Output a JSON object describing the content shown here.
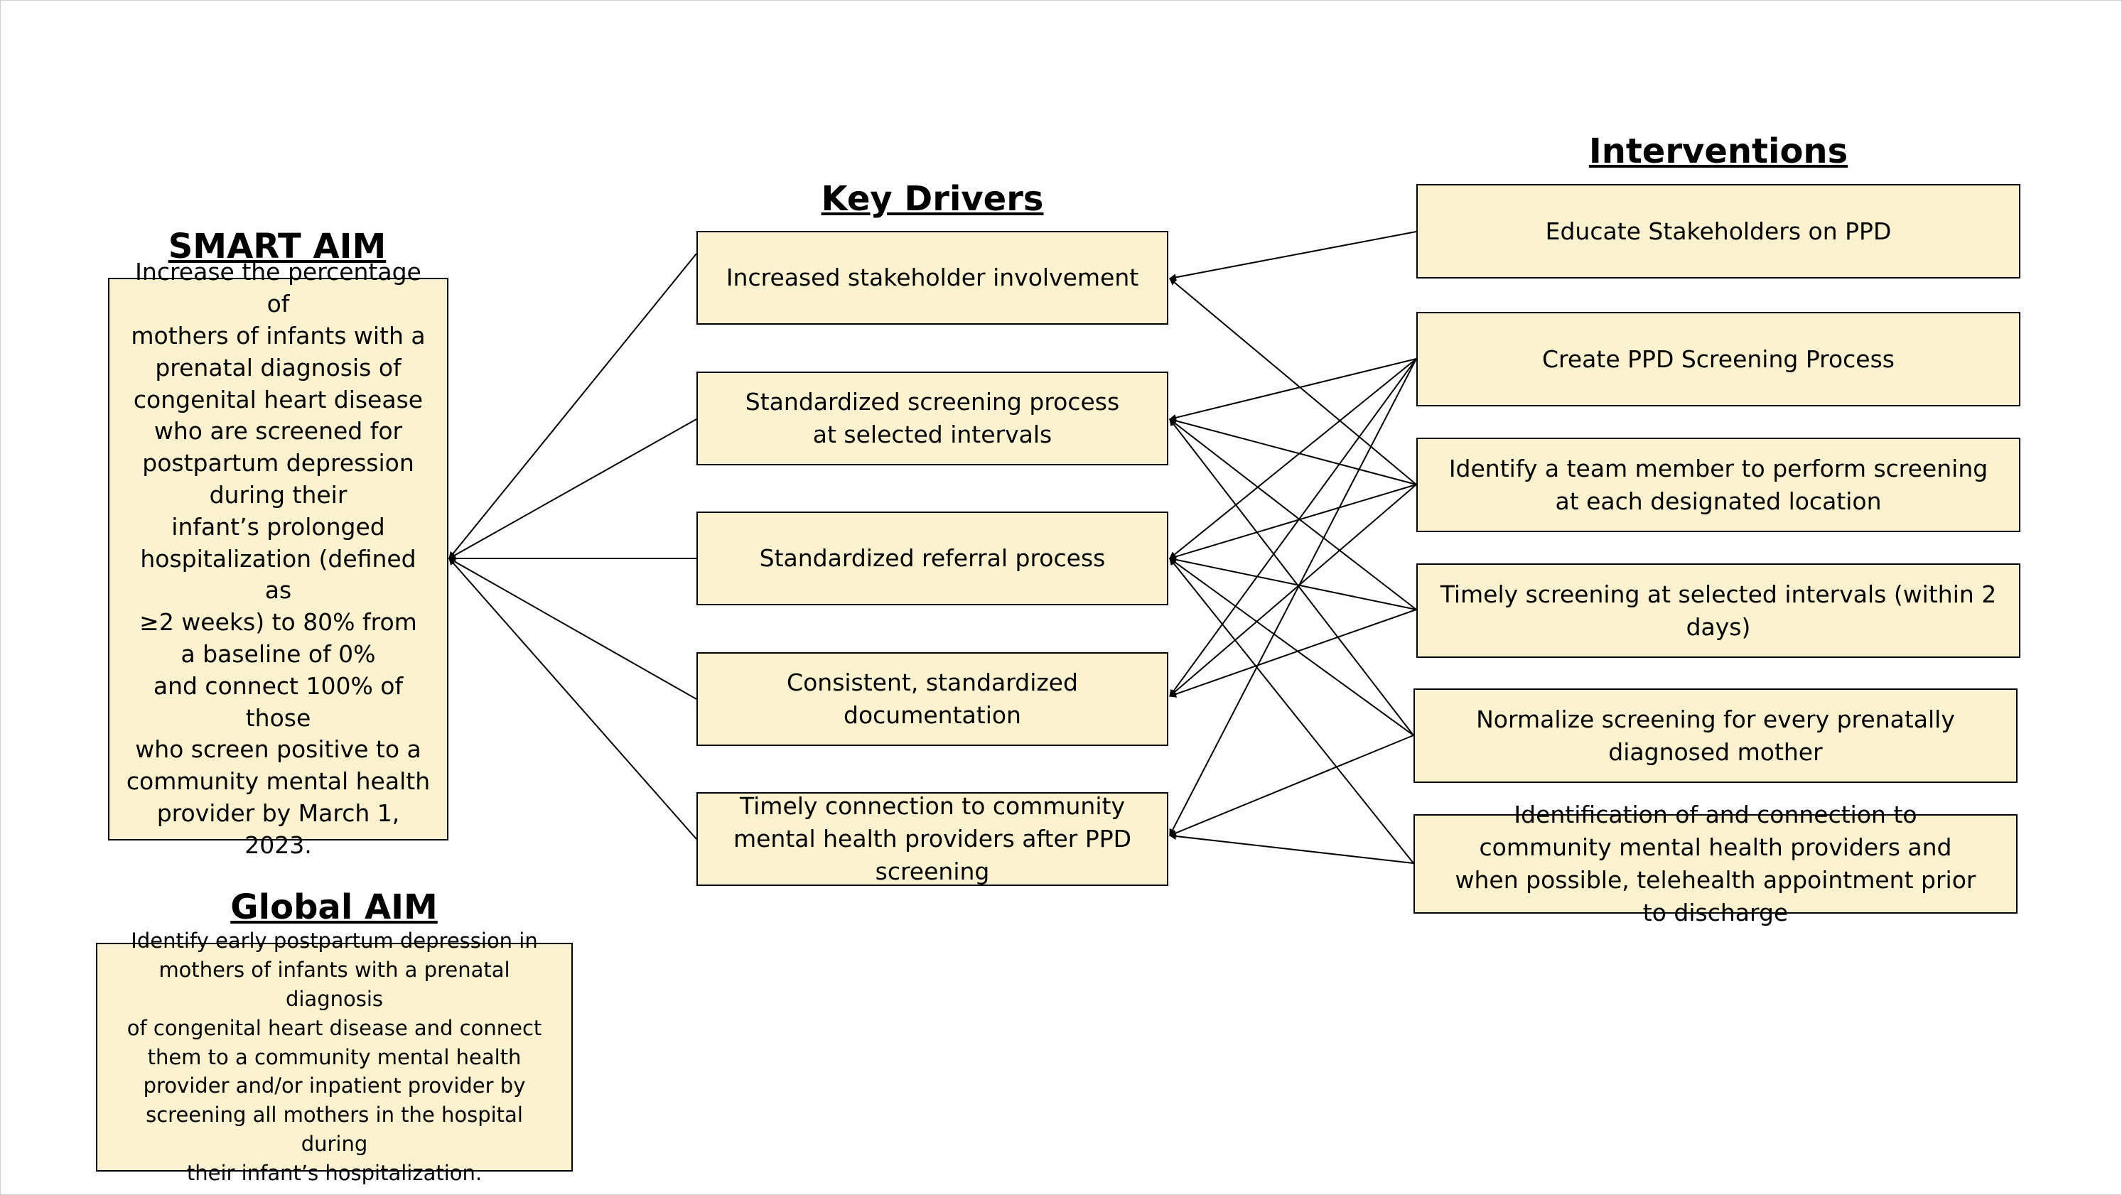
{
  "headings": {
    "smart_aim": "SMART AIM",
    "global_aim": "Global AIM",
    "key_drivers": "Key Drivers",
    "interventions": "Interventions"
  },
  "smart_aim_text": "Increase the percentage of\nmothers of infants with a\nprenatal diagnosis of\ncongenital heart disease\nwho are screened for\npostpartum depression\nduring their\ninfant’s prolonged\nhospitalization (defined as\n≥2 weeks) to 80% from\na baseline of 0%\nand connect 100% of those\nwho screen positive to a\ncommunity mental health\nprovider by March 1, 2023.",
  "global_aim_text": "Identify early postpartum depression in\nmothers of infants with a prenatal diagnosis\nof congenital heart disease and connect\nthem to a community mental health\nprovider and/or inpatient provider by\nscreening all mothers in the hospital during\ntheir infant’s hospitalization.",
  "key_drivers": [
    "Increased stakeholder involvement",
    "Standardized screening process at selected intervals",
    "Standardized referral process",
    "Consistent, standardized documentation",
    "Timely connection to community mental health providers after PPD screening"
  ],
  "interventions": [
    "Educate Stakeholders on PPD",
    "Create PPD Screening Process",
    "Identify a team member to perform screening at each designated location",
    "Timely screening at selected intervals (within 2 days)",
    "Normalize screening for every prenatally diagnosed mother",
    "Identification of and connection to community mental health providers and when possible, telehealth appointment prior to discharge"
  ],
  "links": [
    [
      0,
      0
    ],
    [
      2,
      0
    ],
    [
      1,
      1
    ],
    [
      2,
      1
    ],
    [
      3,
      1
    ],
    [
      4,
      1
    ],
    [
      1,
      2
    ],
    [
      2,
      2
    ],
    [
      3,
      2
    ],
    [
      4,
      2
    ],
    [
      1,
      3
    ],
    [
      2,
      3
    ],
    [
      3,
      3
    ],
    [
      1,
      4
    ],
    [
      4,
      4
    ],
    [
      5,
      4
    ],
    [
      2,
      2
    ],
    [
      5,
      2
    ],
    [
      4,
      1
    ]
  ]
}
